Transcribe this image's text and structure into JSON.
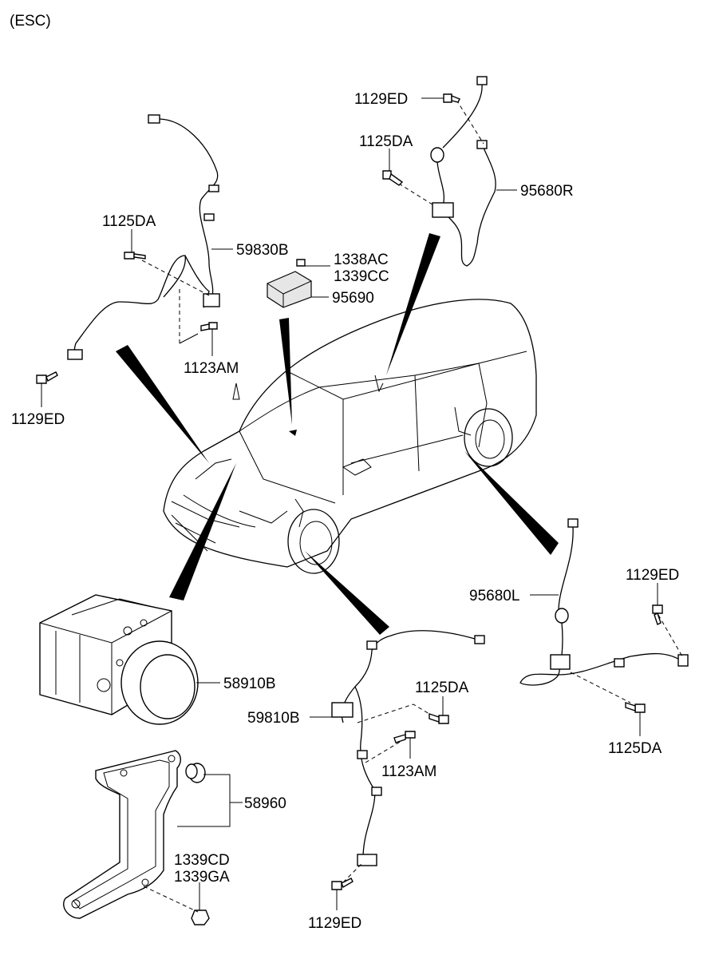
{
  "header": {
    "variant": "(ESC)"
  },
  "labels": {
    "p_1129ED_a": "1129ED",
    "p_1125DA_a": "1125DA",
    "p_95680R": "95680R",
    "p_1125DA_b": "1125DA",
    "p_59830B": "59830B",
    "p_1338AC": "1338AC",
    "p_1339CC": "1339CC",
    "p_95690": "95690",
    "p_1123AM_a": "1123AM",
    "p_1129ED_b": "1129ED",
    "p_95680L": "95680L",
    "p_1129ED_c": "1129ED",
    "p_58910B": "58910B",
    "p_1125DA_c": "1125DA",
    "p_59810B": "59810B",
    "p_1123AM_b": "1123AM",
    "p_1125DA_d": "1125DA",
    "p_58960": "58960",
    "p_1339CD": "1339CD",
    "p_1339GA": "1339GA",
    "p_1129ED_d": "1129ED"
  }
}
